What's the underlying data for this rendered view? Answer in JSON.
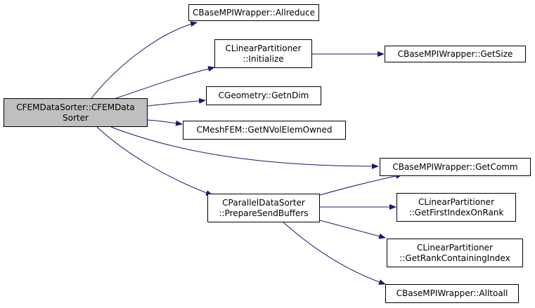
{
  "diagram": {
    "root": {
      "line1": "CFEMDataSorter::CFEMData",
      "line2": "Sorter",
      "fill": "#bfbfbf"
    },
    "nodes": {
      "allreduce": {
        "line1": "CBaseMPIWrapper::Allreduce"
      },
      "linear_init": {
        "line1": "CLinearPartitioner",
        "line2": "::Initialize"
      },
      "getsize": {
        "line1": "CBaseMPIWrapper::GetSize"
      },
      "getndim": {
        "line1": "CGeometry::GetnDim"
      },
      "getnvolelem": {
        "line1": "CMeshFEM::GetNVolElemOwned"
      },
      "getcomm": {
        "line1": "CBaseMPIWrapper::GetComm"
      },
      "prepare": {
        "line1": "CParallelDataSorter",
        "line2": "::PrepareSendBuffers"
      },
      "firstindex": {
        "line1": "CLinearPartitioner",
        "line2": "::GetFirstIndexOnRank"
      },
      "rankcontaining": {
        "line1": "CLinearPartitioner",
        "line2": "::GetRankContainingIndex"
      },
      "alltoall": {
        "line1": "CBaseMPIWrapper::Alltoall"
      }
    },
    "edge_color": "#191970"
  }
}
